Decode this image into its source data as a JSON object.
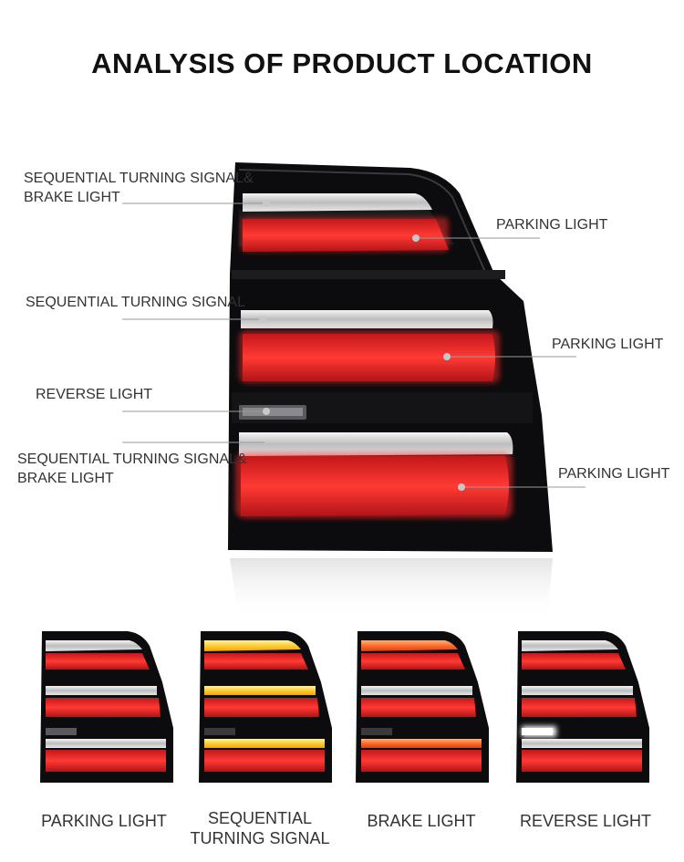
{
  "page": {
    "title": "ANALYSIS OF PRODUCT LOCATION"
  },
  "callouts": {
    "left": [
      {
        "label": "SEQUENTIAL TURNING SIGNAL&\nBRAKE LIGHT"
      },
      {
        "label": "SEQUENTIAL TURNING SIGNAL"
      },
      {
        "label": "REVERSE LIGHT"
      },
      {
        "label": "SEQUENTIAL TURNING SIGNAL&\nBRAKE LIGHT"
      }
    ],
    "right": [
      {
        "label": "PARKING LIGHT"
      },
      {
        "label": "PARKING LIGHT"
      },
      {
        "label": "PARKING LIGHT"
      }
    ]
  },
  "variants": [
    {
      "label": "PARKING LIGHT",
      "mode": "parking"
    },
    {
      "label": "SEQUENTIAL\nTURNING SIGNAL",
      "mode": "turn"
    },
    {
      "label": "BRAKE LIGHT",
      "mode": "brake"
    },
    {
      "label": "REVERSE LIGHT",
      "mode": "reverse"
    }
  ],
  "colors": {
    "red_glow": "#ff2a2a",
    "amber": "#ffcc33",
    "body": "#0c0c0e",
    "reverse_white": "#ffffff"
  }
}
